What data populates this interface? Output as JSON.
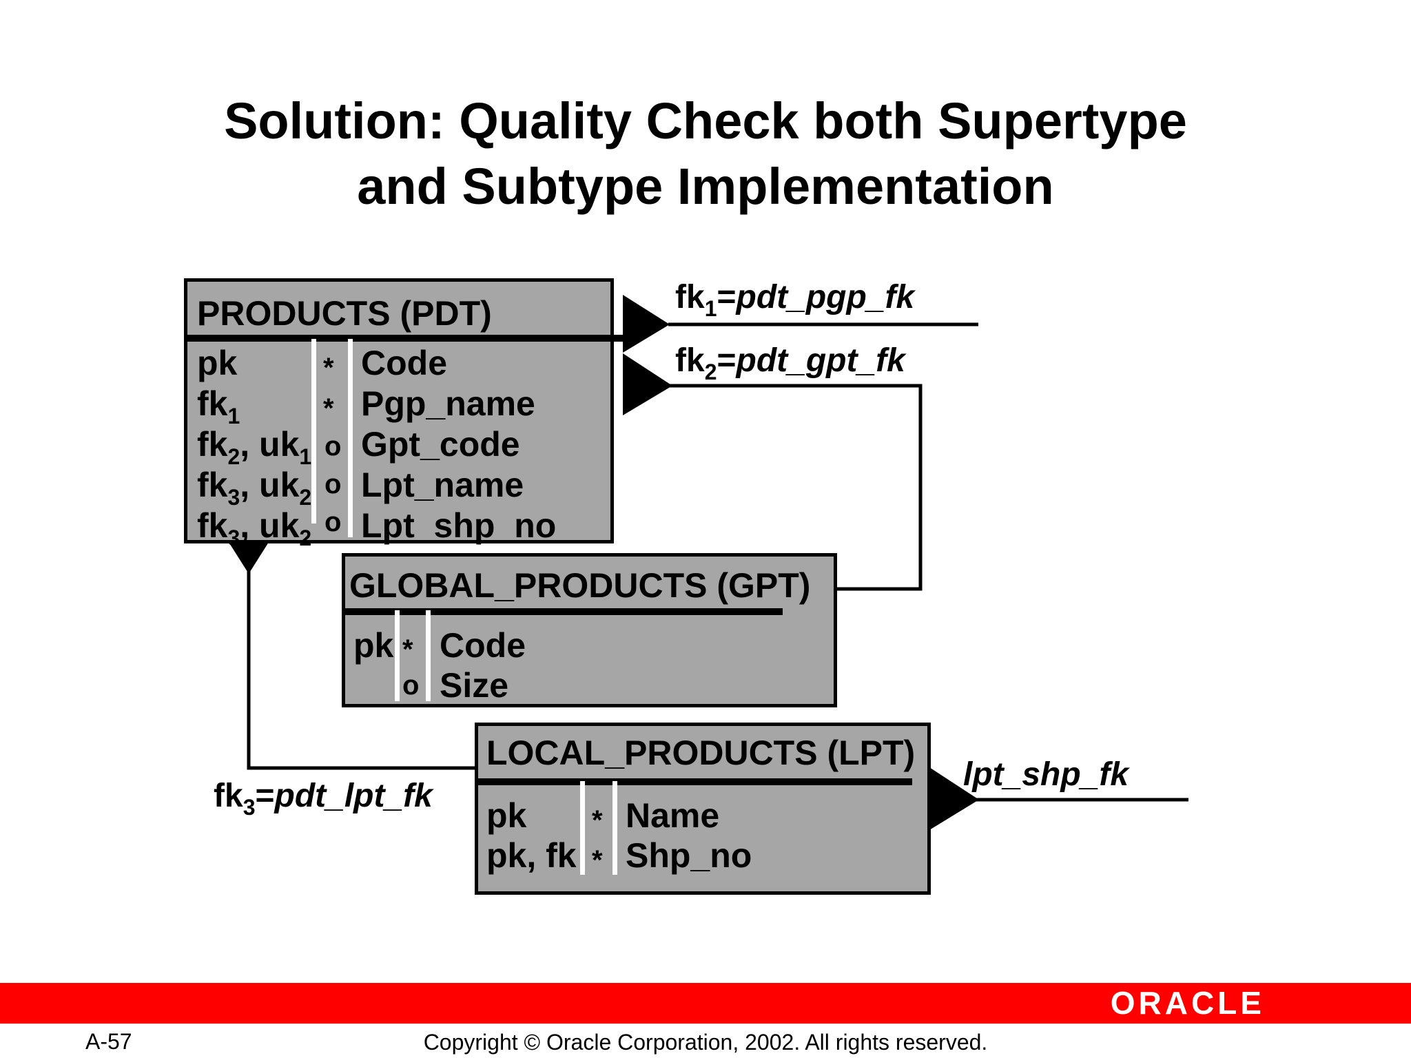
{
  "title": {
    "line1": "Solution: Quality Check both Supertype",
    "line2": "and Subtype Implementation"
  },
  "tables": {
    "products": {
      "name": "PRODUCTS (PDT)",
      "rows": [
        {
          "key": "pk",
          "key_sub": "",
          "key_suffix": "",
          "key_suffix_sub": "",
          "optionality": "*",
          "column": "Code"
        },
        {
          "key": "fk",
          "key_sub": "1",
          "key_suffix": "",
          "key_suffix_sub": "",
          "optionality": "*",
          "column": "Pgp_name"
        },
        {
          "key": "fk",
          "key_sub": "2",
          "key_suffix": ", uk",
          "key_suffix_sub": "1",
          "optionality": "o",
          "column": "Gpt_code"
        },
        {
          "key": "fk",
          "key_sub": "3",
          "key_suffix": ", uk",
          "key_suffix_sub": "2",
          "optionality": "o",
          "column": "Lpt_name"
        },
        {
          "key": "fk",
          "key_sub": "3",
          "key_suffix": ", uk",
          "key_suffix_sub": "2",
          "optionality": "o",
          "column": "Lpt_shp_no"
        }
      ]
    },
    "global_products": {
      "name": "GLOBAL_PRODUCTS (GPT)",
      "rows": [
        {
          "key": "pk",
          "optionality": "*",
          "column": "Code"
        },
        {
          "key": "",
          "optionality": "o",
          "column": "Size"
        }
      ]
    },
    "local_products": {
      "name": "LOCAL_PRODUCTS (LPT)",
      "rows": [
        {
          "key": "pk",
          "optionality": "*",
          "column": "Name"
        },
        {
          "key": "pk, fk",
          "optionality": "*",
          "column": "Shp_no"
        }
      ]
    }
  },
  "relationships": {
    "fk1": {
      "prefix": "fk",
      "sub": "1",
      "eq": "=",
      "name": "pdt_pgp_fk"
    },
    "fk2": {
      "prefix": "fk",
      "sub": "2",
      "eq": "=",
      "name": "pdt_gpt_fk"
    },
    "fk3": {
      "prefix": "fk",
      "sub": "3",
      "eq": "=",
      "name": "pdt_lpt_fk"
    },
    "lpt_shp": {
      "name": "lpt_shp_fk"
    }
  },
  "footer": {
    "brand": "ORACLE",
    "page_number": "A-57",
    "copyright": "Copyright © Oracle Corporation, 2002. All rights reserved.",
    "bar_color": "#ff0000"
  },
  "colors": {
    "table_fill": "#a6a6a6",
    "line": "#000000",
    "separator": "#ffffff"
  }
}
